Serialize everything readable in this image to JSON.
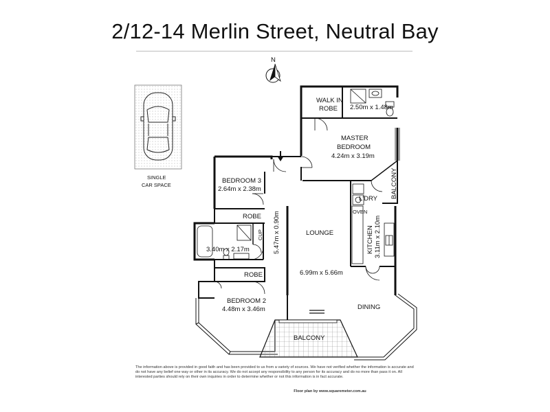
{
  "title": "2/12-14 Merlin Street, Neutral Bay",
  "compass": {
    "label": "N"
  },
  "car_space": {
    "label_line1": "SINGLE",
    "label_line2": "CAR SPACE"
  },
  "rooms": {
    "walk_in_robe": {
      "line1": "WALK IN",
      "line2": "ROBE"
    },
    "ensuite": {
      "dims": "2.50m x 1.48m"
    },
    "master_bedroom": {
      "name_line1": "MASTER",
      "name_line2": "BEDROOM",
      "dims": "4.24m x 3.19m"
    },
    "balcony_master": {
      "name": "BALCONY"
    },
    "laundry": {
      "name": "L'DRY"
    },
    "bedroom3": {
      "name": "BEDROOM 3",
      "dims": "2.64m x 2.38m"
    },
    "robe_bed3": {
      "name": "ROBE"
    },
    "cupboard": {
      "name": "CUP"
    },
    "bathroom": {
      "dims": "3.40m x 2.17m"
    },
    "hall": {
      "dims": "5.47m x 0.90m"
    },
    "lounge": {
      "name": "LOUNGE",
      "dims": "6.99m x 5.66m"
    },
    "kitchen": {
      "name": "KITCHEN",
      "dims": "3.11m x 2.10m"
    },
    "oven": {
      "name": "OVEN"
    },
    "robe_bed2": {
      "name": "ROBE"
    },
    "bedroom2": {
      "name": "BEDROOM 2",
      "dims": "4.48m x 3.46m"
    },
    "dining": {
      "name": "DINING"
    },
    "balcony_main": {
      "name": "BALCONY"
    }
  },
  "disclaimer": "The information above is provided in good faith and has been provided to us from a variety of sources. We have not verified whether the information is accurate and do not have any belief one way or other in its accuracy. We do not accept any responsibility to any person for its accuracy and do no more than pass it on. All interested parties should rely on their own inquiries in order to determine whether or not this information is in fact accurate.",
  "credit": "Floor plan by www.squaremeter.com.au"
}
